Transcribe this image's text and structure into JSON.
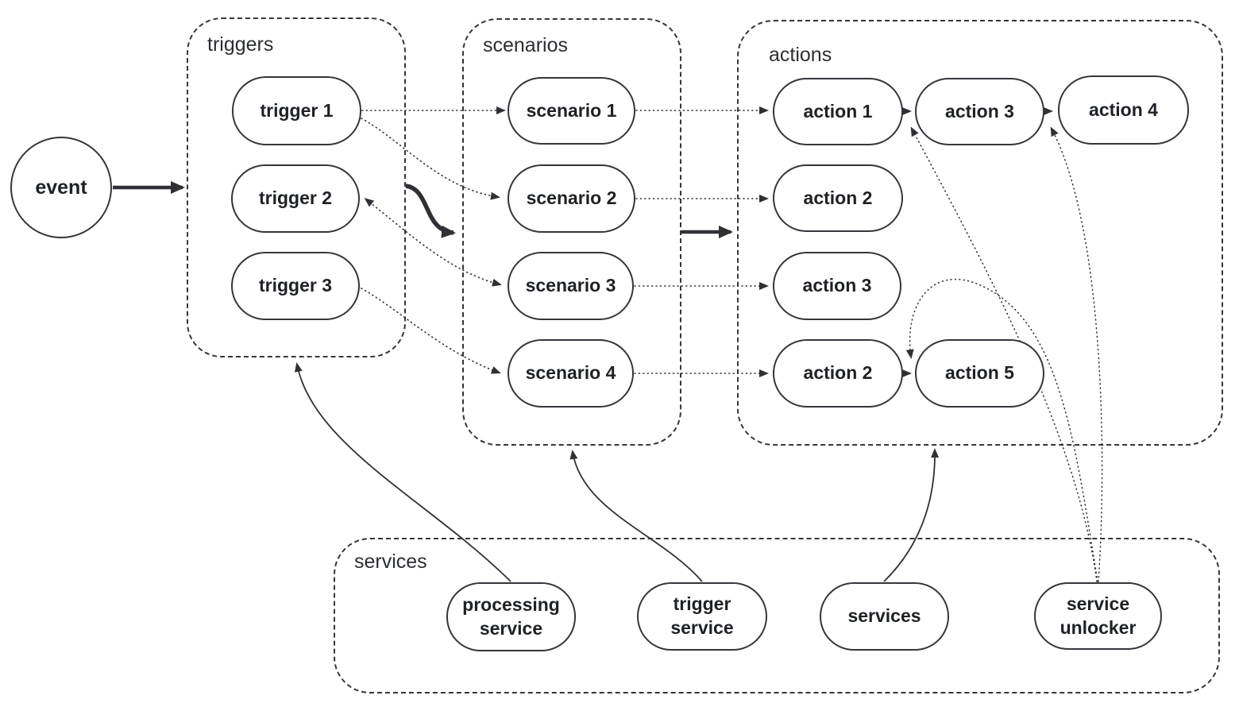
{
  "diagram": {
    "title": "event automation flow diagram",
    "colors": {
      "line": "#2f3136",
      "node_border": "#33363b",
      "text": "#1e2126",
      "background": "#ffffff"
    },
    "containers": {
      "triggers": "triggers",
      "scenarios": "scenarios",
      "actions": "actions",
      "services": "services"
    },
    "nodes": {
      "event": "event",
      "trigger1": "trigger 1",
      "trigger2": "trigger 2",
      "trigger3": "trigger 3",
      "scenario1": "scenario 1",
      "scenario2": "scenario 2",
      "scenario3": "scenario 3",
      "scenario4": "scenario 4",
      "action1": "action 1",
      "action3_top": "action 3",
      "action4": "action 4",
      "action2_row2": "action 2",
      "action3_row3": "action 3",
      "action2_row4": "action 2",
      "action5": "action 5",
      "processing_service": "processing service",
      "trigger_service": "trigger service",
      "services_node": "services",
      "service_unlocker": "service unlocker"
    },
    "connections": [
      {
        "from": "event",
        "to": "triggers",
        "style": "bold-solid-arrow"
      },
      {
        "from": "triggers",
        "to": "scenarios",
        "style": "bold-solid-s-curve"
      },
      {
        "from": "scenarios",
        "to": "actions",
        "style": "bold-solid-arrow"
      },
      {
        "from": "trigger 1",
        "to": "scenario 1",
        "style": "dotted"
      },
      {
        "from": "trigger 1",
        "to": "scenario 2",
        "style": "dotted-curve"
      },
      {
        "from": "trigger 2",
        "to": "scenario 3",
        "style": "dotted-curve-bidirectional"
      },
      {
        "from": "trigger 3",
        "to": "scenario 4",
        "style": "dotted-curve"
      },
      {
        "from": "scenario 1",
        "to": "action 1",
        "style": "dotted"
      },
      {
        "from": "scenario 2",
        "to": "action 2",
        "style": "dotted"
      },
      {
        "from": "scenario 3",
        "to": "action 3",
        "style": "dotted"
      },
      {
        "from": "scenario 4",
        "to": "action 2 (bottom row)",
        "style": "dotted"
      },
      {
        "from": "action 1",
        "to": "action 3",
        "style": "solid"
      },
      {
        "from": "action 3",
        "to": "action 4",
        "style": "solid"
      },
      {
        "from": "action 2",
        "to": "action 5",
        "style": "solid"
      },
      {
        "from": "processing service",
        "to": "triggers",
        "style": "solid-curve"
      },
      {
        "from": "trigger service",
        "to": "scenarios",
        "style": "solid-curve"
      },
      {
        "from": "services",
        "to": "actions",
        "style": "solid-curve"
      },
      {
        "from": "service unlocker",
        "to": "action 1 / action 3 junction",
        "style": "dotted-curve"
      },
      {
        "from": "service unlocker",
        "to": "action 3 / action 4 junction",
        "style": "dotted-curve"
      },
      {
        "from": "service unlocker",
        "to": "action 2 / action 5 junction",
        "style": "dotted-curve"
      }
    ]
  }
}
